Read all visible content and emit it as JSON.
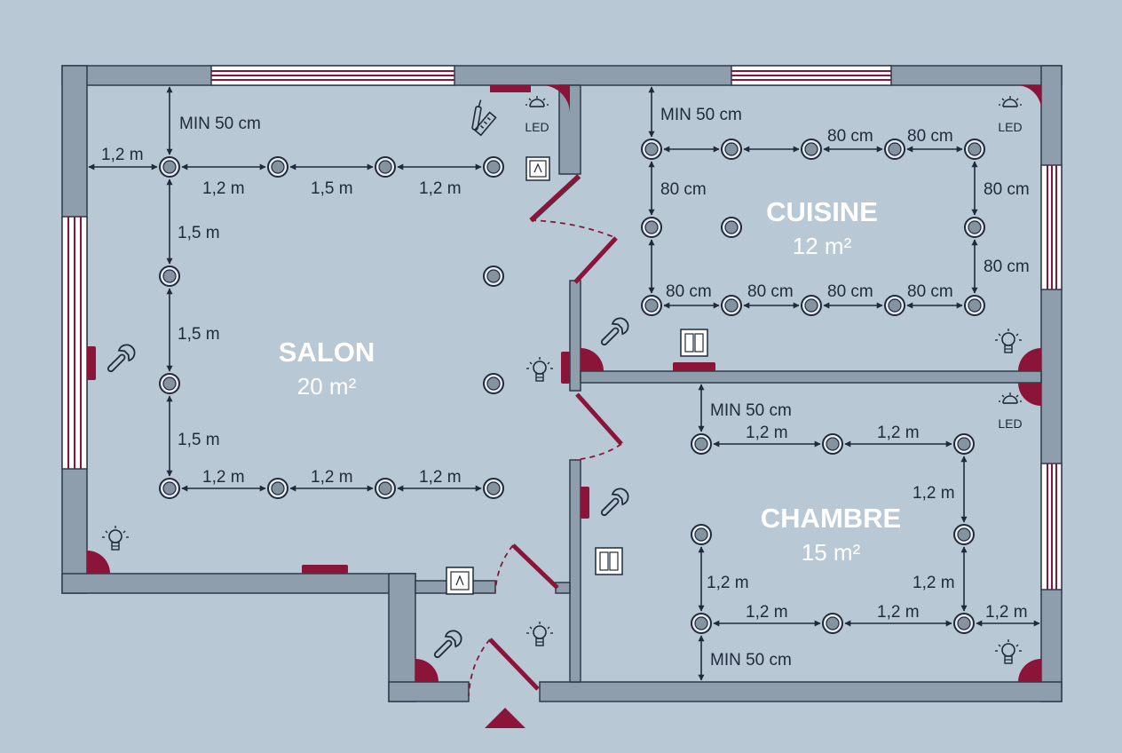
{
  "rooms": {
    "salon": {
      "name": "SALON",
      "area": "20 m²"
    },
    "cuisine": {
      "name": "CUISINE",
      "area": "12 m²"
    },
    "chambre": {
      "name": "CHAMBRE",
      "area": "15 m²"
    }
  },
  "led_label": "LED",
  "dimensions": {
    "min50": "MIN 50 cm",
    "m12": "1,2 m",
    "m15": "1,5 m",
    "cm80": "80 cm"
  },
  "colors": {
    "background": "#b8c8d5",
    "wall": "#8e9ead",
    "wall_outline": "#2d3a4a",
    "accent": "#8a1538",
    "spot_fill": "#8592a0",
    "text_dark": "#1f2a3a"
  },
  "icons": {
    "spot": "recessed-spotlight-icon",
    "led": "led-light-icon",
    "bulb": "light-bulb-icon",
    "wrench": "wrench-icon",
    "switch": "light-switch-icon",
    "double_switch": "double-switch-icon",
    "tools": "screwdriver-ruler-icon",
    "entrance": "entrance-arrow-icon"
  }
}
